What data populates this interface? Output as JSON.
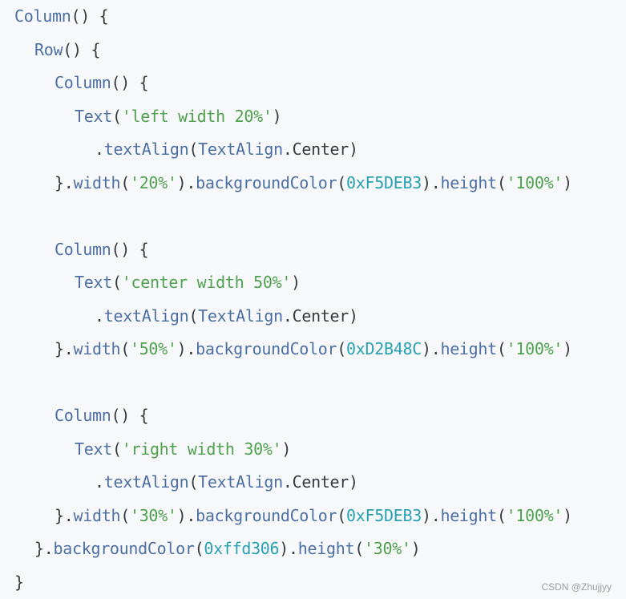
{
  "code": {
    "lines": [
      {
        "indent": 0,
        "tokens": [
          {
            "t": "Column",
            "c": "fn"
          },
          {
            "t": "() {",
            "c": "punc"
          }
        ]
      },
      {
        "indent": 1,
        "tokens": [
          {
            "t": "Row",
            "c": "fn"
          },
          {
            "t": "() {",
            "c": "punc"
          }
        ]
      },
      {
        "indent": 2,
        "tokens": [
          {
            "t": "Column",
            "c": "fn"
          },
          {
            "t": "() {",
            "c": "punc"
          }
        ]
      },
      {
        "indent": 3,
        "tokens": [
          {
            "t": "Text",
            "c": "fn"
          },
          {
            "t": "(",
            "c": "punc"
          },
          {
            "t": "'left width 20%'",
            "c": "str"
          },
          {
            "t": ")",
            "c": "punc"
          }
        ]
      },
      {
        "indent": 4,
        "tokens": [
          {
            "t": ".",
            "c": "punc"
          },
          {
            "t": "textAlign",
            "c": "fn"
          },
          {
            "t": "(",
            "c": "punc"
          },
          {
            "t": "TextAlign",
            "c": "fn"
          },
          {
            "t": ".",
            "c": "punc"
          },
          {
            "t": "Center",
            "c": "plain"
          },
          {
            "t": ")",
            "c": "punc"
          }
        ]
      },
      {
        "indent": 2,
        "tokens": [
          {
            "t": "}.",
            "c": "punc"
          },
          {
            "t": "width",
            "c": "fn"
          },
          {
            "t": "(",
            "c": "punc"
          },
          {
            "t": "'20%'",
            "c": "str"
          },
          {
            "t": ").",
            "c": "punc"
          },
          {
            "t": "backgroundColor",
            "c": "fn"
          },
          {
            "t": "(",
            "c": "punc"
          },
          {
            "t": "0xF5DEB3",
            "c": "num"
          },
          {
            "t": ").",
            "c": "punc"
          },
          {
            "t": "height",
            "c": "fn"
          },
          {
            "t": "(",
            "c": "punc"
          },
          {
            "t": "'100%'",
            "c": "str"
          },
          {
            "t": ")",
            "c": "punc"
          }
        ]
      },
      {
        "indent": 0,
        "tokens": []
      },
      {
        "indent": 2,
        "tokens": [
          {
            "t": "Column",
            "c": "fn"
          },
          {
            "t": "() {",
            "c": "punc"
          }
        ]
      },
      {
        "indent": 3,
        "tokens": [
          {
            "t": "Text",
            "c": "fn"
          },
          {
            "t": "(",
            "c": "punc"
          },
          {
            "t": "'center width 50%'",
            "c": "str"
          },
          {
            "t": ")",
            "c": "punc"
          }
        ]
      },
      {
        "indent": 4,
        "tokens": [
          {
            "t": ".",
            "c": "punc"
          },
          {
            "t": "textAlign",
            "c": "fn"
          },
          {
            "t": "(",
            "c": "punc"
          },
          {
            "t": "TextAlign",
            "c": "fn"
          },
          {
            "t": ".",
            "c": "punc"
          },
          {
            "t": "Center",
            "c": "plain"
          },
          {
            "t": ")",
            "c": "punc"
          }
        ]
      },
      {
        "indent": 2,
        "tokens": [
          {
            "t": "}.",
            "c": "punc"
          },
          {
            "t": "width",
            "c": "fn"
          },
          {
            "t": "(",
            "c": "punc"
          },
          {
            "t": "'50%'",
            "c": "str"
          },
          {
            "t": ").",
            "c": "punc"
          },
          {
            "t": "backgroundColor",
            "c": "fn"
          },
          {
            "t": "(",
            "c": "punc"
          },
          {
            "t": "0xD2B48C",
            "c": "num"
          },
          {
            "t": ").",
            "c": "punc"
          },
          {
            "t": "height",
            "c": "fn"
          },
          {
            "t": "(",
            "c": "punc"
          },
          {
            "t": "'100%'",
            "c": "str"
          },
          {
            "t": ")",
            "c": "punc"
          }
        ]
      },
      {
        "indent": 0,
        "tokens": []
      },
      {
        "indent": 2,
        "tokens": [
          {
            "t": "Column",
            "c": "fn"
          },
          {
            "t": "() {",
            "c": "punc"
          }
        ]
      },
      {
        "indent": 3,
        "tokens": [
          {
            "t": "Text",
            "c": "fn"
          },
          {
            "t": "(",
            "c": "punc"
          },
          {
            "t": "'right width 30%'",
            "c": "str"
          },
          {
            "t": ")",
            "c": "punc"
          }
        ]
      },
      {
        "indent": 4,
        "tokens": [
          {
            "t": ".",
            "c": "punc"
          },
          {
            "t": "textAlign",
            "c": "fn"
          },
          {
            "t": "(",
            "c": "punc"
          },
          {
            "t": "TextAlign",
            "c": "fn"
          },
          {
            "t": ".",
            "c": "punc"
          },
          {
            "t": "Center",
            "c": "plain"
          },
          {
            "t": ")",
            "c": "punc"
          }
        ]
      },
      {
        "indent": 2,
        "tokens": [
          {
            "t": "}.",
            "c": "punc"
          },
          {
            "t": "width",
            "c": "fn"
          },
          {
            "t": "(",
            "c": "punc"
          },
          {
            "t": "'30%'",
            "c": "str"
          },
          {
            "t": ").",
            "c": "punc"
          },
          {
            "t": "backgroundColor",
            "c": "fn"
          },
          {
            "t": "(",
            "c": "punc"
          },
          {
            "t": "0xF5DEB3",
            "c": "num"
          },
          {
            "t": ").",
            "c": "punc"
          },
          {
            "t": "height",
            "c": "fn"
          },
          {
            "t": "(",
            "c": "punc"
          },
          {
            "t": "'100%'",
            "c": "str"
          },
          {
            "t": ")",
            "c": "punc"
          }
        ]
      },
      {
        "indent": 1,
        "tokens": [
          {
            "t": "}.",
            "c": "punc"
          },
          {
            "t": "backgroundColor",
            "c": "fn"
          },
          {
            "t": "(",
            "c": "punc"
          },
          {
            "t": "0xffd306",
            "c": "num"
          },
          {
            "t": ").",
            "c": "punc"
          },
          {
            "t": "height",
            "c": "fn"
          },
          {
            "t": "(",
            "c": "punc"
          },
          {
            "t": "'30%'",
            "c": "str"
          },
          {
            "t": ")",
            "c": "punc"
          }
        ]
      },
      {
        "indent": 0,
        "tokens": [
          {
            "t": "}",
            "c": "punc"
          }
        ]
      }
    ]
  },
  "watermark": "CSDN @Zhujjyy",
  "colors": {
    "background": "#f6f8fa",
    "function": "#4e6fa3",
    "string": "#50a14f",
    "number": "#2aa1b3",
    "plain": "#383a42"
  }
}
